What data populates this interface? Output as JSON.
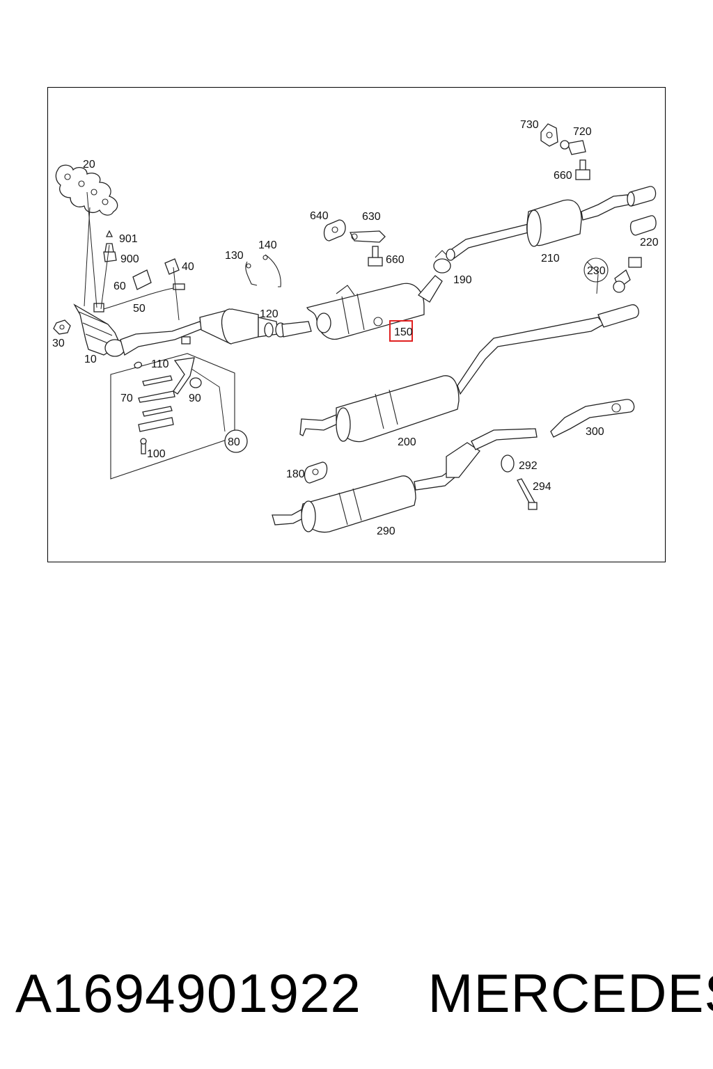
{
  "diagram": {
    "labels": {
      "p10": "10",
      "p20": "20",
      "p30": "30",
      "p40": "40",
      "p50": "50",
      "p60": "60",
      "p70": "70",
      "p80": "80",
      "p90": "90",
      "p100": "100",
      "p110": "110",
      "p120": "120",
      "p130": "130",
      "p140": "140",
      "p150": "150",
      "p180": "180",
      "p190": "190",
      "p200": "200",
      "p210": "210",
      "p220": "220",
      "p230": "230",
      "p290": "290",
      "p292": "292",
      "p294": "294",
      "p300": "300",
      "p630": "630",
      "p640": "640",
      "p660a": "660",
      "p660b": "660",
      "p720": "720",
      "p730": "730",
      "p900": "900",
      "p901": "901"
    },
    "highlighted_callout": "150",
    "highlight_color": "#e02020"
  },
  "caption": {
    "part_number": "A1694901922",
    "brand": "MERCEDES"
  }
}
